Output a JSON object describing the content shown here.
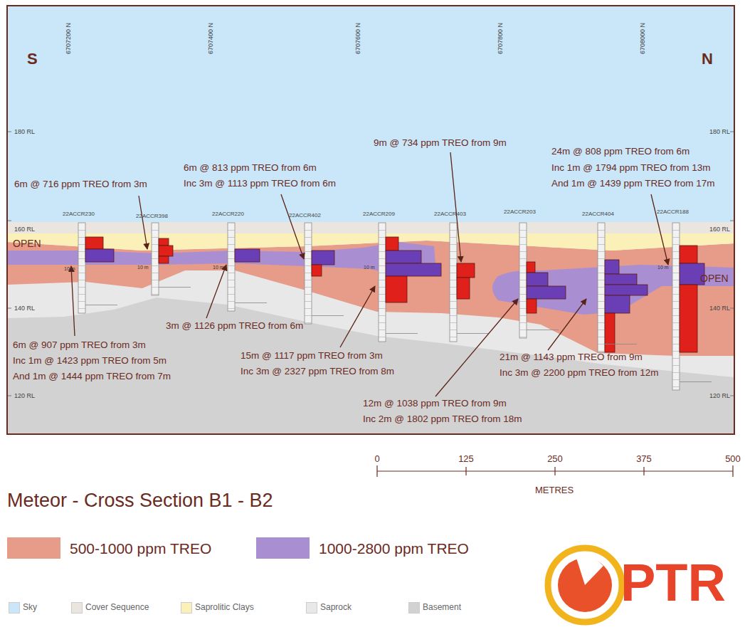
{
  "diagram": {
    "title": "Meteor - Cross Section B1 - B2",
    "labels": [
      "S",
      "N",
      "6707200 N",
      "6707400 N",
      "6707600 N",
      "6707800 N",
      "6708000 N",
      "180 RL",
      "180 RL",
      "160 RL",
      "160 RL",
      "140 RL",
      "140 RL",
      "120 RL",
      "120 RL",
      "OPEN",
      "OPEN",
      "22ACCR230",
      "22ACCR398",
      "22ACCR220",
      "22ACCR402",
      "22ACCR209",
      "22ACCR403",
      "22ACCR203",
      "22ACCR404",
      "22ACCR188",
      "6m @ 716 ppm TREO from 3m",
      "6m @ 813 ppm TREO from 6m",
      "Inc 3m @ 1113 ppm TREO from 6m",
      "9m @ 734 ppm TREO from 9m",
      "24m @ 808 ppm TREO from 6m",
      "Inc 1m @ 1794 ppm TREO from 13m",
      "And 1m @ 1439 ppm TREO from 17m",
      "6m @ 907 ppm TREO from 3m",
      "Inc 1m @ 1423 ppm TREO from 5m",
      "And 1m @ 1444 ppm TREO from 7m",
      "3m @ 1126 ppm TREO from 6m",
      "15m @ 1117 ppm TREO from 3m",
      "Inc 3m @ 2327 ppm TREO from 8m",
      "12m @ 1038 ppm TREO from 9m",
      "Inc 2m @ 1802 ppm TREO from 18m",
      "21m @ 1143 ppm TREO from 9m",
      "Inc 3m @ 2200 ppm TREO from 12m",
      "0",
      "125",
      "250",
      "375",
      "500",
      "METRES",
      "PTR",
      "10 m",
      "10 m",
      "10 m",
      "10 m",
      "10 m"
    ],
    "legend": [
      {
        "text": "500-1000 ppm TREO",
        "color": "#e69c89"
      },
      {
        "text": "1000-2800 ppm TREO",
        "color": "#a98fd2"
      },
      {
        "text": "Sky",
        "color": "#c9e7f8"
      },
      {
        "text": "Cover Sequence",
        "color": "#ebe5e0"
      },
      {
        "text": "Saprolitic Clays",
        "color": "#fbf1b8"
      },
      {
        "text": "Saprock",
        "color": "#e8e8e8"
      },
      {
        "text": "Basement",
        "color": "#d2d2d2"
      }
    ]
  }
}
